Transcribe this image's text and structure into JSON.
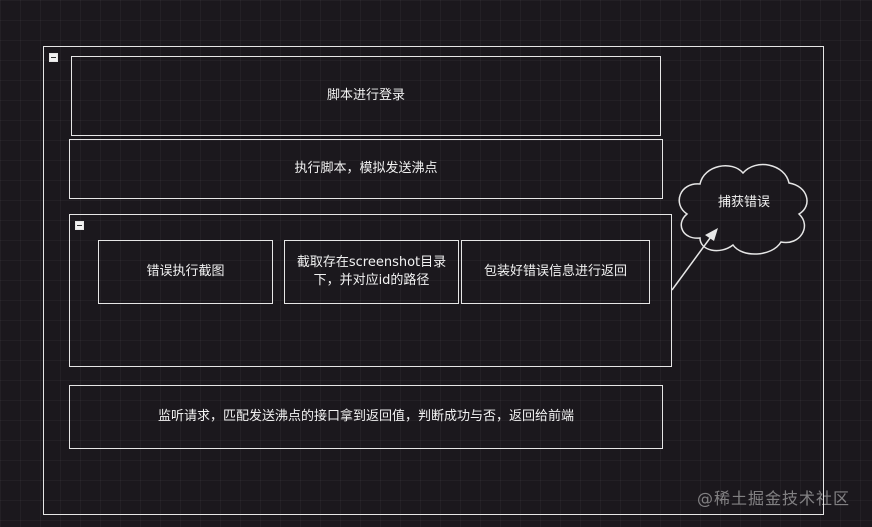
{
  "diagram": {
    "outer_container": {
      "collapse_icon": "collapse-minus-icon"
    },
    "login_step": "脚本进行登录",
    "simulate_step": "执行脚本，模拟发送沸点",
    "error_group": {
      "collapse_icon": "collapse-minus-icon",
      "screenshot_step": "错误执行截图",
      "save_path_step": "截取存在screenshot目录下，并对应id的路径",
      "package_error_step": "包装好错误信息进行返回"
    },
    "listen_step": "监听请求，匹配发送沸点的接口拿到返回值，判断成功与否，返回给前端",
    "capture_error_cloud": "捕获错误"
  },
  "watermark": "@稀土掘金技术社区",
  "colors": {
    "background": "#1b181d",
    "stroke": "#e6e6e6",
    "text": "#f2f2f2"
  }
}
